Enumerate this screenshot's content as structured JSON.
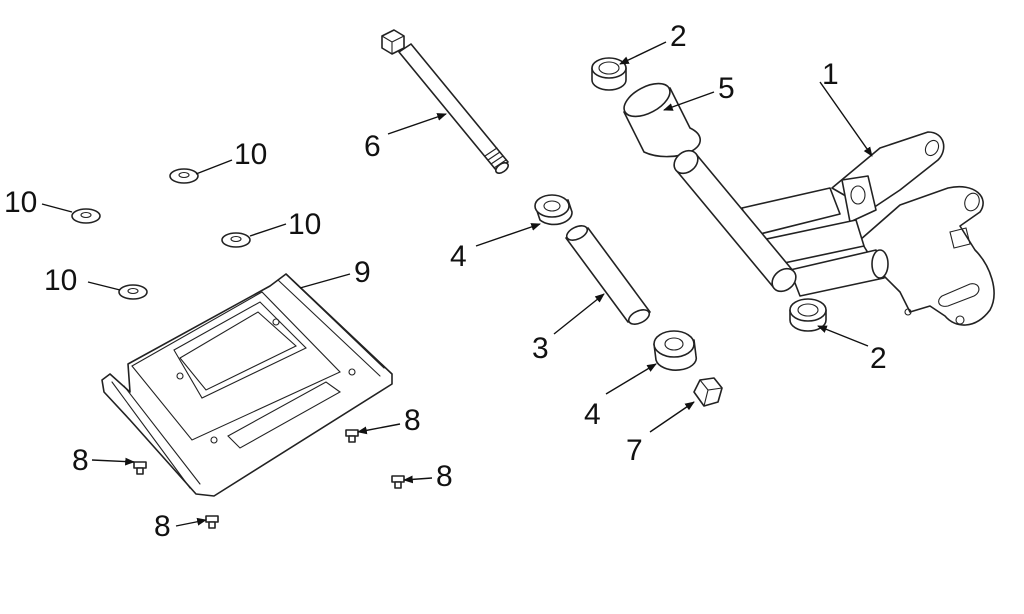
{
  "callouts": {
    "c1": "1",
    "c2a": "2",
    "c2b": "2",
    "c3": "3",
    "c4a": "4",
    "c4b": "4",
    "c5": "5",
    "c6": "6",
    "c7": "7",
    "c8a": "8",
    "c8b": "8",
    "c8c": "8",
    "c8d": "8",
    "c9": "9",
    "c10a": "10",
    "c10b": "10",
    "c10c": "10",
    "c10d": "10"
  }
}
